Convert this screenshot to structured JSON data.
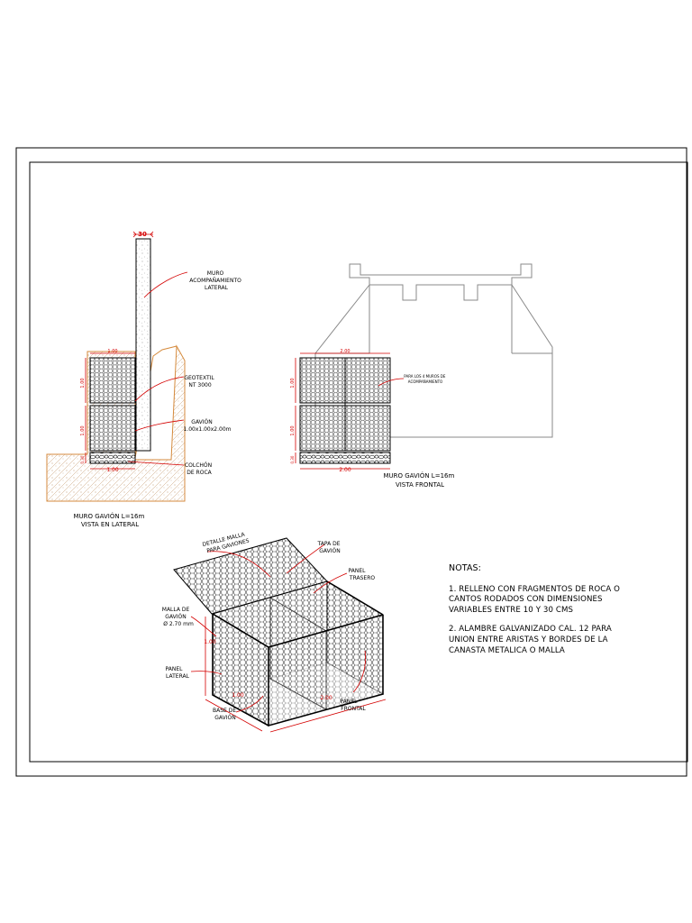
{
  "lateral": {
    "dim_top": "30",
    "dim_width": "1.00",
    "dim_h1": "1.00",
    "dim_h2": "1.00",
    "dim_base_h": "0.30",
    "dim_base_w": "1.00",
    "label_muro": [
      "MURO",
      "ACOMPAÑAMIENTO",
      "LATERAL"
    ],
    "label_geotextil": [
      "GEOTEXTIL",
      "NT 3000"
    ],
    "label_gavion": [
      "GAVIÓN",
      "1.00x1.00x2.00m"
    ],
    "label_colchon": [
      "COLCHÓN",
      "DE ROCA"
    ],
    "caption": [
      "MURO GAVIÓN L=16m",
      "VISTA EN LATERAL"
    ]
  },
  "frontal": {
    "dim_top": "2.00",
    "dim_h1": "1.00",
    "dim_h2": "1.00",
    "dim_base_h": "0.30",
    "dim_bottom": "2.00",
    "label_note": [
      "PARA LOS 4 MUROS DE",
      "ACOMPAÑAMIENTO"
    ],
    "caption": [
      "MURO GAVIÓN L=16m",
      "VISTA FRONTAL"
    ]
  },
  "detalle": {
    "title": [
      "DETALLE MALLA",
      "PARA GAVIONES"
    ],
    "tapa": [
      "TAPA DE",
      "GAVIÓN"
    ],
    "trasero": [
      "PANEL",
      "TRASERO"
    ],
    "malla": [
      "MALLA DE",
      "GAVIÓN",
      "Ø 2.70 mm"
    ],
    "lateral": [
      "PANEL",
      "LATERAL"
    ],
    "base": [
      "BASE DE",
      "GAVIÓN"
    ],
    "frontal": [
      "PANEL",
      "FRONTAL"
    ],
    "dim_h": "1.00",
    "dim_w": "1.00",
    "dim_l": "2.00"
  },
  "notes": {
    "title": "NOTAS:",
    "items": [
      "1. RELLENO CON FRAGMENTOS DE ROCA O CANTOS RODADOS CON DIMENSIONES VARIABLES ENTRE 10 Y 30 CMS",
      "2. ALAMBRE GALVANIZADO CAL. 12 PARA UNION ENTRE ARISTAS Y BORDES DE LA CANASTA METALICA O MALLA"
    ]
  },
  "colors": {
    "dimension": "#d40000",
    "soil": "#d58a3c",
    "line": "#000000",
    "structure": "#8a8a8a"
  }
}
